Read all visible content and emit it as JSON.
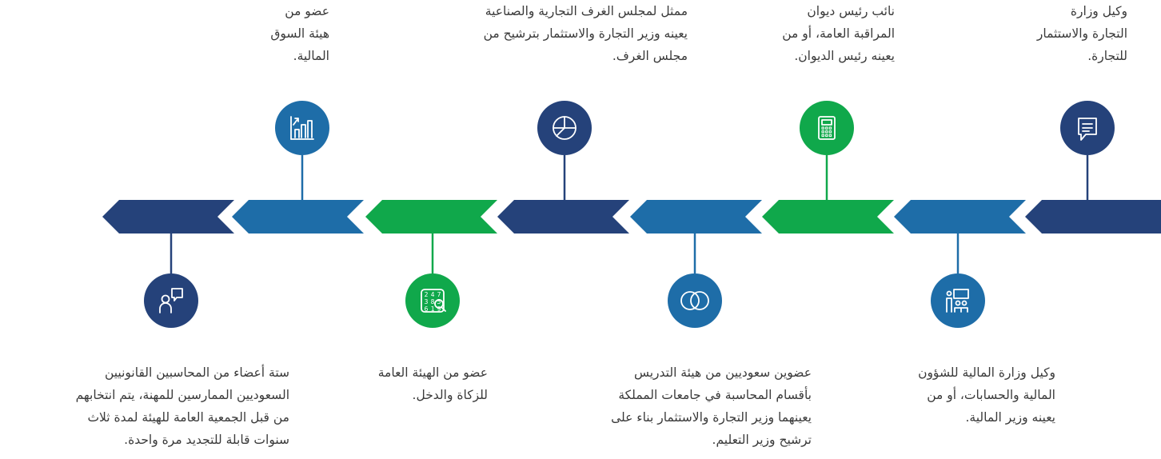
{
  "colors": {
    "navy": "#25427A",
    "blue": "#1E6DA8",
    "green": "#10A84B",
    "text": "#3a3a3a"
  },
  "arrow_colors": [
    "navy",
    "blue",
    "navy",
    "blue",
    "green",
    "navy",
    "blue",
    "green",
    "blue",
    "navy"
  ],
  "members_top": [
    {
      "icon": "chat-icon",
      "color": "navy",
      "lines": [
        "وكيل وزارة",
        "التجارة والاستثمار",
        "للتجارة."
      ]
    },
    {
      "icon": "calculator-icon",
      "color": "green",
      "lines": [
        "نائب رئيس ديوان",
        "المراقبة العامة، أو من",
        "يعينه رئيس الديوان."
      ]
    },
    {
      "icon": "pie-chart-icon",
      "color": "navy",
      "lines": [
        "ممثل لمجلس الغرف التجارية والصناعية",
        "يعينه وزير التجارة والاستثمار بترشيح من",
        "مجلس الغرف."
      ]
    },
    {
      "icon": "bar-chart-icon",
      "color": "blue",
      "lines": [
        "عضو من",
        "هيئة السوق",
        "المالية."
      ]
    }
  ],
  "members_bottom": [
    {
      "icon": "classroom-icon",
      "color": "blue",
      "lines": [
        "وكيل وزارة المالية للشؤون",
        "المالية والحسابات، أو من",
        "يعينه وزير المالية."
      ]
    },
    {
      "icon": "venn-circles-icon",
      "color": "blue",
      "lines": [
        "عضوين سعوديين من هيئة التدريس",
        "بأقسام المحاسبة في جامعات المملكة",
        "يعينهما وزير التجارة والاستثمار بناء على",
        "ترشيح وزير التعليم."
      ]
    },
    {
      "icon": "number-grid-icon",
      "color": "green",
      "lines": [
        "عضو من الهيئة العامة",
        "للزكاة والدخل."
      ]
    },
    {
      "icon": "presenter-icon",
      "color": "navy",
      "lines": [
        "ستة أعضاء من المحاسبين القانونيين",
        "السعوديين الممارسين للمهنة، يتم انتخابهم",
        "من قبل الجمعية العامة للهيئة لمدة ثلاث",
        "سنوات قابلة للتجديد مرة واحدة."
      ]
    }
  ]
}
